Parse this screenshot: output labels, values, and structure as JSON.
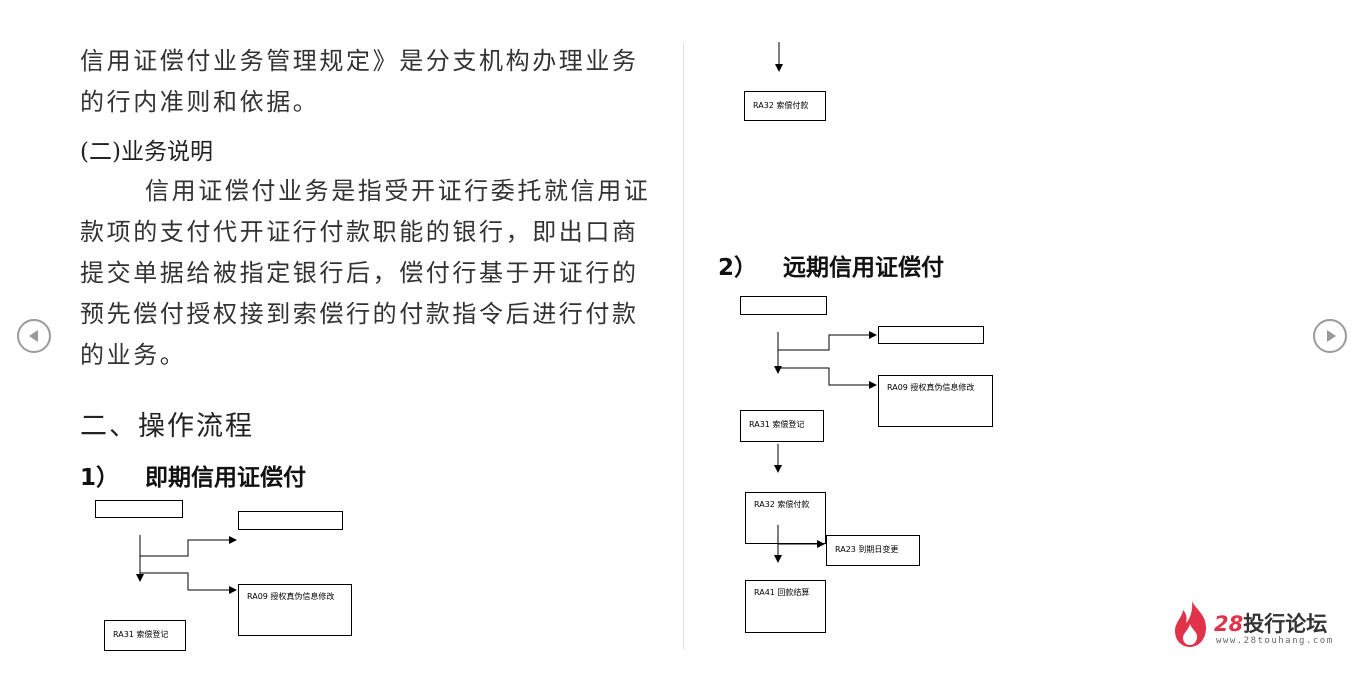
{
  "left": {
    "intro": "信用证偿付业务管理规定》是分支机构办理业务的行内准则和依据。",
    "subheading": "(二)业务说明",
    "description": "信用证偿付业务是指受开证行委托就信用证款项的支付代开证行付款职能的银行，即出口商提交单据给被指定银行后，偿付行基于开证行的预先偿付授权接到索偿行的付款指令后进行付款的业务。",
    "section_title": "二、操作流程",
    "step1_number": "1）",
    "step1_title": "即期信用证偿付",
    "flow1": {
      "ra09": "RA09 授权真伪信息修改",
      "ra31": "RA31 索偿登记"
    }
  },
  "right": {
    "ra32_top": "RA32 索偿付款",
    "step2_number": "2）",
    "step2_title": "远期信用证偿付",
    "flow2": {
      "ra09": "RA09 授权真伪信息修改",
      "ra31": "RA31 索偿登记",
      "ra32": "RA32 索偿付款",
      "ra23": "RA23 到期日变更",
      "ra41": "RA41 回款结算"
    }
  },
  "logo": {
    "number": "28",
    "name": "投行论坛",
    "url": "www.28touhang.com"
  }
}
